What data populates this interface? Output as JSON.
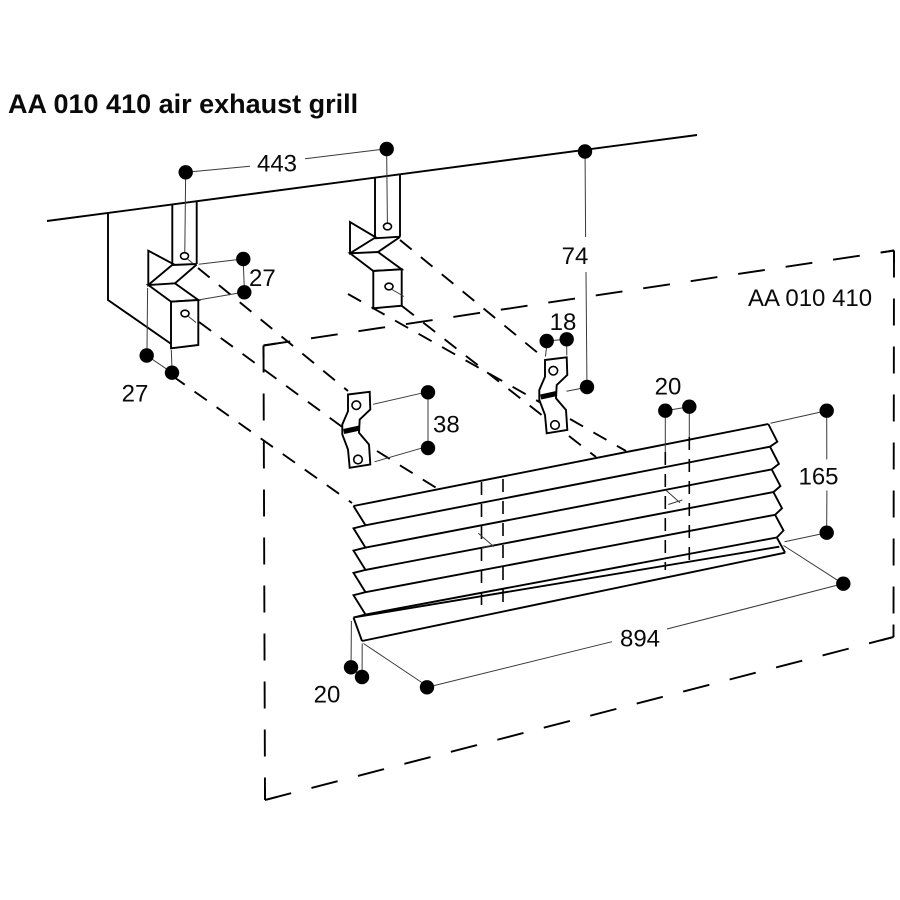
{
  "title": "AA 010 410 air exhaust grill",
  "panel_label": "AA 010 410",
  "dims": {
    "d443": "443",
    "d74": "74",
    "d27_top": "27",
    "d27_bottom": "27",
    "d18": "18",
    "d38": "38",
    "d20_top": "20",
    "d20_bottom": "20",
    "d165": "165",
    "d894": "894"
  }
}
